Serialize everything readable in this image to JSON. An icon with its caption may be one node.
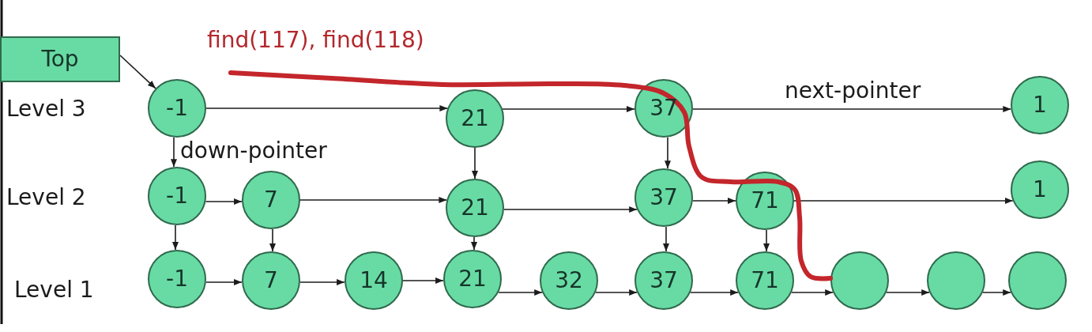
{
  "diagram": {
    "nodes": [
      {
        "text": [
          "Top"
        ]
      },
      {
        "text": [
          "-1"
        ]
      },
      {
        "text": [
          "21"
        ]
      },
      {
        "text": [
          "37"
        ]
      },
      {
        "text": [
          "1"
        ]
      },
      {
        "text": [
          "-1"
        ]
      },
      {
        "text": [
          "7"
        ]
      },
      {
        "text": [
          "21"
        ]
      },
      {
        "text": [
          "37"
        ]
      },
      {
        "text": [
          "71"
        ]
      },
      {
        "text": [
          "1"
        ]
      },
      {
        "text": [
          "-1"
        ]
      },
      {
        "text": [
          "7"
        ]
      },
      {
        "text": [
          "14"
        ]
      },
      {
        "text": [
          "21"
        ]
      },
      {
        "text": [
          "32"
        ]
      },
      {
        "text": [
          "37"
        ]
      },
      {
        "text": [
          "71"
        ]
      },
      {
        "text": [],
        "shape": "circle"
      },
      {
        "text": [],
        "shape": "circle"
      },
      {
        "text": [],
        "shape": "circle"
      }
    ],
    "edges": [
      {
        "from": 0,
        "to": 1,
        "arrow": "to"
      },
      {
        "from": 1,
        "to": 2,
        "arrow": "to"
      },
      {
        "from": 2,
        "to": 3,
        "arrow": "to"
      },
      {
        "from": 3,
        "to": 4,
        "arrow": "to",
        "label": "next-pointer"
      },
      {
        "from": 1,
        "to": 5,
        "arrow": "to",
        "label": "down-pointer"
      },
      {
        "from": 2,
        "to": 7,
        "arrow": "to"
      },
      {
        "from": 3,
        "to": 8,
        "arrow": "to"
      },
      {
        "from": 5,
        "to": 6,
        "arrow": "to"
      },
      {
        "from": 6,
        "to": 7,
        "arrow": "to"
      },
      {
        "from": 7,
        "to": 8,
        "arrow": "to"
      },
      {
        "from": 8,
        "to": 9,
        "arrow": "to"
      },
      {
        "from": 9,
        "to": 10,
        "arrow": "to"
      },
      {
        "from": 5,
        "to": 11,
        "arrow": "to"
      },
      {
        "from": 6,
        "to": 12,
        "arrow": "to"
      },
      {
        "from": 7,
        "to": 14,
        "arrow": "to"
      },
      {
        "from": 8,
        "to": 16,
        "arrow": "to"
      },
      {
        "from": 9,
        "to": 17,
        "arrow": "to"
      },
      {
        "from": 11,
        "to": 12,
        "arrow": "to"
      },
      {
        "from": 12,
        "to": 13,
        "arrow": "to"
      },
      {
        "from": 13,
        "to": 14,
        "arrow": "to"
      },
      {
        "from": 14,
        "to": 15,
        "arrow": "to"
      },
      {
        "from": 15,
        "to": 16,
        "arrow": "to"
      },
      {
        "from": 16,
        "to": 17,
        "arrow": "to"
      },
      {
        "from": 17,
        "to": 18,
        "arrow": "to"
      },
      {
        "from": 18,
        "to": 19,
        "arrow": "to"
      },
      {
        "from": 19,
        "to": 20,
        "arrow": "to"
      },
      {
        "from": null,
        "to": 18,
        "arrow": "none",
        "style": "thick",
        "color": "#c3262b"
      }
    ],
    "labels": [
      "find(117), find(118)",
      "Level 3",
      "Level 2",
      "Level 1"
    ]
  }
}
